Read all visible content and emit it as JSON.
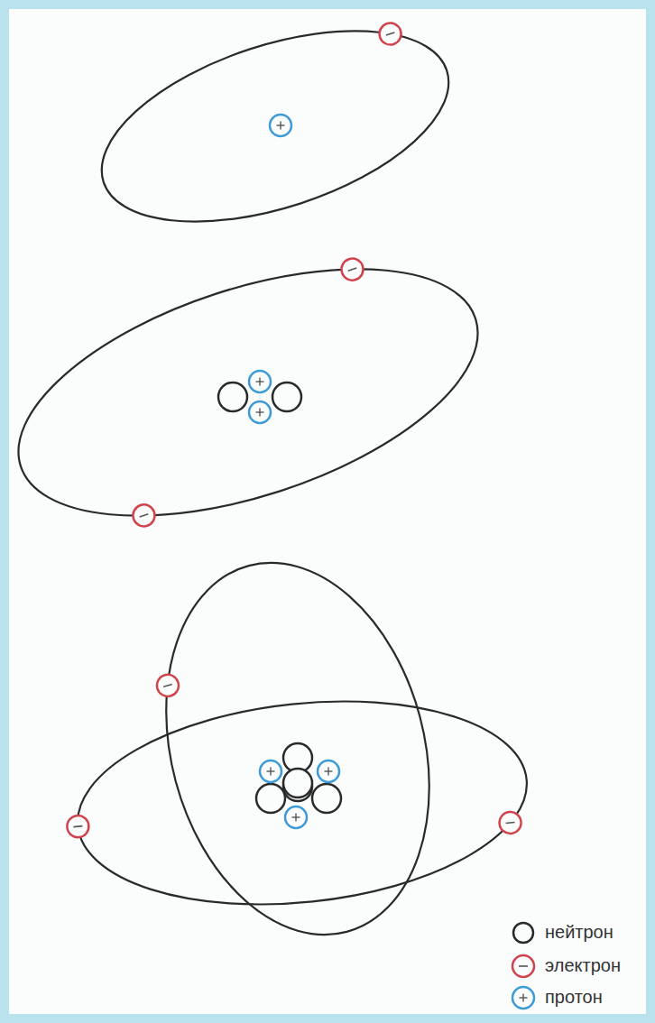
{
  "diagram": {
    "legend": [
      {
        "text": "нейтрон"
      },
      {
        "text": "электрон"
      },
      {
        "text": "протон"
      }
    ]
  }
}
